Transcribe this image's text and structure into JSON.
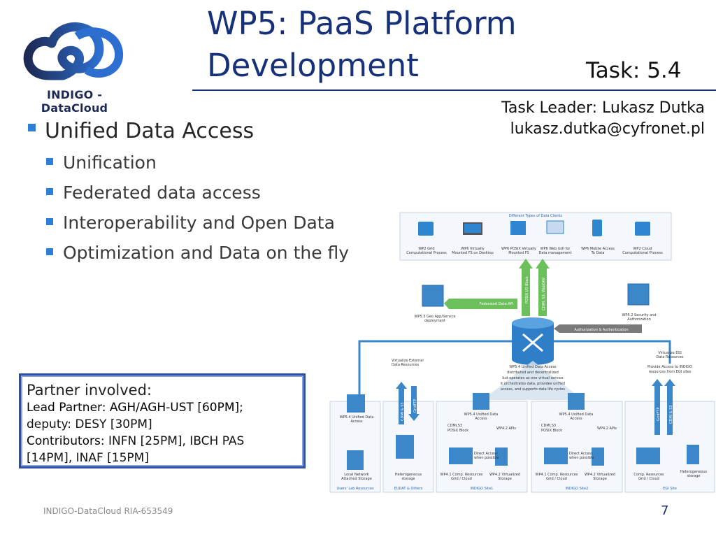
{
  "logo": {
    "text": "INDIGO - DataCloud",
    "color": "#1d2a55"
  },
  "title": {
    "line1": "WP5: PaaS Platform",
    "line2": "Development",
    "color": "#16307a"
  },
  "task": "Task: 5.4",
  "leader": {
    "line1": "Task Leader: Lukasz Dutka",
    "line2": "lukasz.dutka@cyfronet.pl"
  },
  "bullets": {
    "main": "Unified Data Access",
    "sub": [
      "Unification",
      "Federated data access",
      "Interoperability and Open Data",
      "Optimization and Data on the fly"
    ],
    "bullet_color": "#2e7fd6"
  },
  "partner": {
    "heading": "Partner involved:",
    "lead_label": "Lead Partner:",
    "lead_value": "AGH/AGH-UST [60PM];",
    "deputy": "deputy: DESY [30PM]",
    "contrib_label": "Contributors:",
    "contrib_value": "INFN [25PM], IBCH PAS",
    "contrib_value2": "[14PM], INAF [15PM]"
  },
  "diagram": {
    "clients_title": "Different Types of Data Clients",
    "clients": [
      [
        "WP2 Grid",
        "Computational Process"
      ],
      [
        "WP6 Virtually",
        "Mounted FS on Desktop"
      ],
      [
        "WP6 POSIX Virtually",
        "Mounted FS"
      ],
      [
        "WP6 Web GUI for",
        "Data management"
      ],
      [
        "WP6 Mobile Access",
        "To Data"
      ],
      [
        "WP2 Cloud",
        "Computational Process"
      ]
    ],
    "arrow_left": "POSIX I/O Block",
    "arrow_right": "CDMI, S3, WebDAV",
    "federated_api": "Federated Data API",
    "geo_service": [
      "WP5.3 Geo App/Service",
      "deployment"
    ],
    "security": [
      "WP5.2 Security and",
      "Authorization"
    ],
    "authz": "Authorization & Authentication",
    "virt_external": [
      "Virtualize External",
      "Data Resources"
    ],
    "virt_egi": [
      "Virtualize EGI",
      "Data Resources"
    ],
    "unified_desc": [
      "WP5.4 Unified Data Access",
      "distributed and decentralized",
      "but operates as one virtual service",
      "it orchestrates data, provides unified",
      "access, and supports data life cycles"
    ],
    "provide_access": [
      "Provide Access to INDIGO",
      "resources from EGI sites"
    ],
    "users_uda": [
      "WP5.4 Unified Data",
      "Access"
    ],
    "site1_uda": [
      "WP5.4 Unified Data",
      "Access"
    ],
    "site2_uda": [
      "WP5.4 Unified Data",
      "Access"
    ],
    "cdmi_posix": [
      "CDMI,S3",
      "POSIX Block"
    ],
    "wp42": "WP4.2 APIs",
    "direct_access": [
      "Direct Access",
      "when possible"
    ],
    "gridftp": "GridFTP",
    "cdmi_s3": "CDMI & S3",
    "cdmi_egi": "CDMI & S3",
    "gridftp_egi": "GridFTP",
    "bottom_labels": [
      [
        "Local Network",
        "Attached Storage"
      ],
      [
        "Heterogeneous",
        "storage"
      ],
      [
        "WP4.1 Comp. Resources",
        "Grid / Cloud"
      ],
      [
        "WP4.2 Virtualized",
        "Storage"
      ],
      [
        "WP4.1 Comp. Resources",
        "Grid / Cloud"
      ],
      [
        "WP4.2 Virtualized",
        "Storage"
      ],
      [
        "Comp. Resources",
        "Grid / Cloud"
      ],
      [
        "Heterogeneous",
        "storage"
      ]
    ],
    "region_labels": [
      "Users' Lab Resources",
      "EUDAT & Others",
      "INDIGO Site1",
      "INDIGO Site2",
      "EGI Site"
    ]
  },
  "footer": "INDIGO-DataCloud RIA-653549",
  "page_number": "7"
}
